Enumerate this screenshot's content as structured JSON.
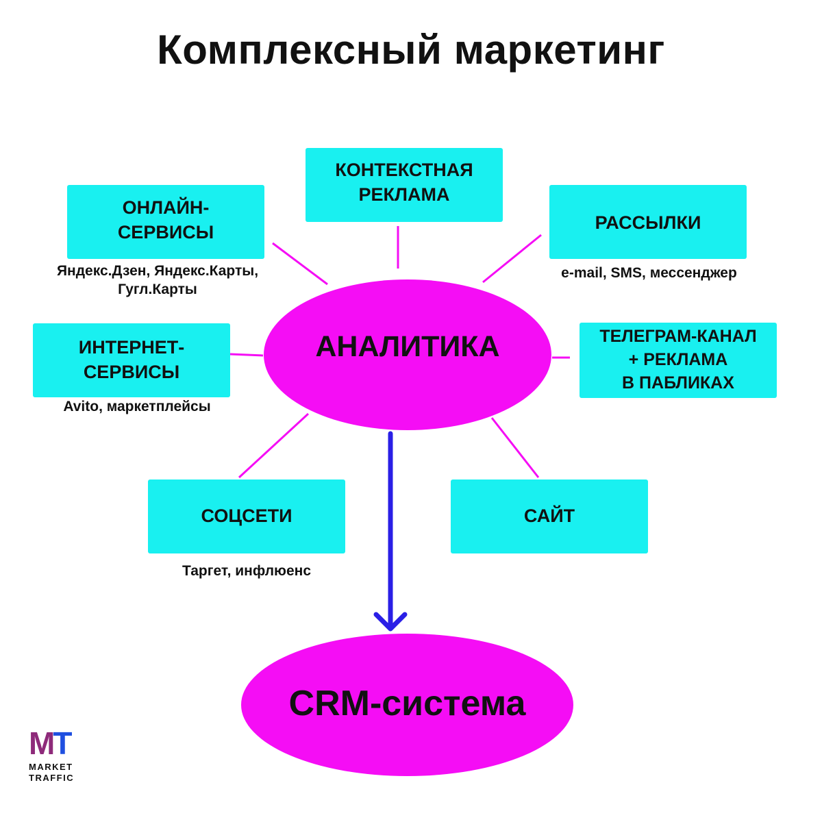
{
  "title": "Комплексный маркетинг",
  "center": {
    "label": "АНАЛИТИКА"
  },
  "bottom": {
    "label": "CRM-система"
  },
  "nodes": {
    "context_ads": {
      "label": "КОНТЕКСТНАЯ\nРЕКЛАМА"
    },
    "online_services": {
      "label": "ОНЛАЙН-\nСЕРВИСЫ",
      "note": "Яндекс.Дзен, Яндекс.Карты,\nГугл.Карты"
    },
    "mailings": {
      "label": "РАССЫЛКИ",
      "note": "e-mail, SMS, мессенджер"
    },
    "internet_services": {
      "label": "ИНТЕРНЕТ-\nСЕРВИСЫ",
      "note": "Avito, маркетплейсы"
    },
    "telegram": {
      "label": "ТЕЛЕГРАМ-КАНАЛ\n+ РЕКЛАМА\nВ ПАБЛИКАХ"
    },
    "social": {
      "label": "СОЦСЕТИ",
      "note": "Таргет, инфлюенс"
    },
    "site": {
      "label": "САЙТ"
    }
  },
  "logo": {
    "mark_m": "M",
    "mark_t": "T",
    "text": "MARKET\nTRAFFIC"
  },
  "colors": {
    "box": "#19f0f0",
    "ellipse": "#f50df5",
    "connector": "#f50df5",
    "arrow": "#2a1fe6"
  }
}
